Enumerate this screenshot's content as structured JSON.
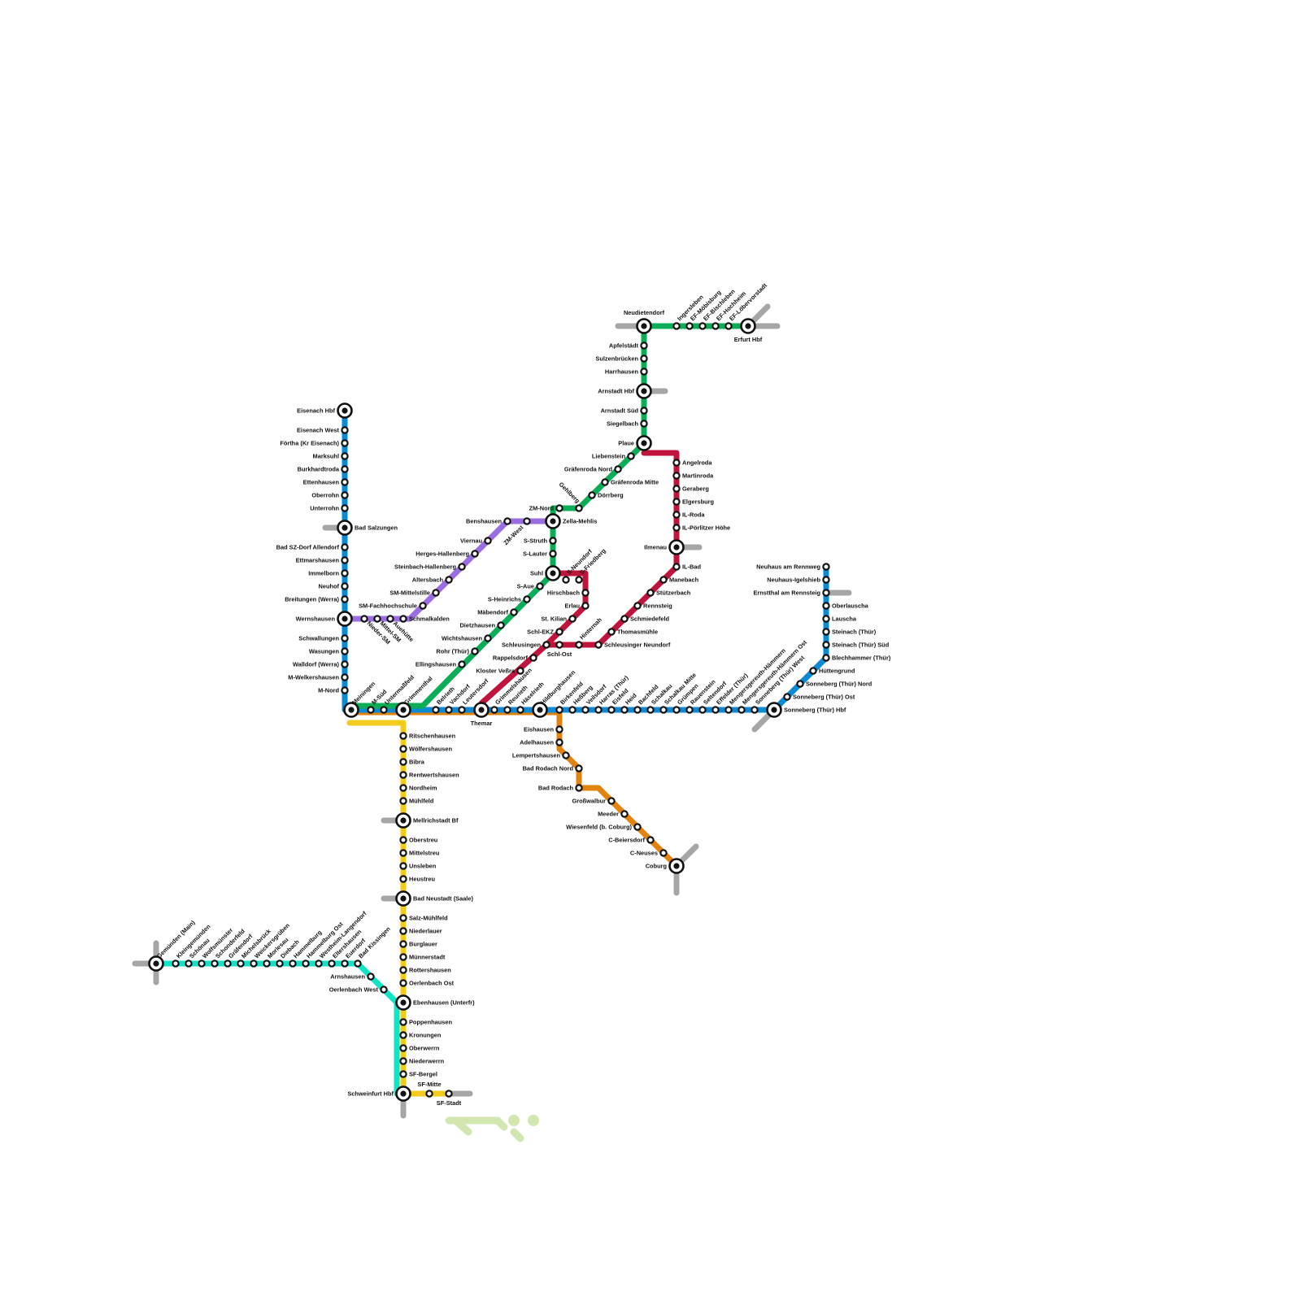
{
  "colors": {
    "background": "#ffffff",
    "line_blue": "#0b8bd6",
    "line_green": "#0cad57",
    "line_purple": "#9a6de0",
    "line_red": "#c0143c",
    "line_yellow": "#f2cb1c",
    "line_orange": "#e0830f",
    "line_cyan": "#12e5c6",
    "stub_gray": "#a6a6a6",
    "decor_green": "#d2e6b0"
  },
  "lines": [
    {
      "id": "blue-west",
      "color": "line_blue"
    },
    {
      "id": "blue-east",
      "color": "line_blue"
    },
    {
      "id": "green",
      "color": "line_green"
    },
    {
      "id": "purple",
      "color": "line_purple"
    },
    {
      "id": "red",
      "color": "line_red"
    },
    {
      "id": "yellow",
      "color": "line_yellow"
    },
    {
      "id": "orange",
      "color": "line_orange"
    },
    {
      "id": "cyan",
      "color": "line_cyan"
    }
  ],
  "stations": {
    "eisenach_hbf": "Eisenach Hbf",
    "eisenach_west": "Eisenach West",
    "fortha": "Förtha (Kr Eisenach)",
    "marksuhl": "Marksuhl",
    "burkhardtroda": "Burkhardtroda",
    "ettenhausen": "Ettenhausen",
    "oberrohn": "Oberrohn",
    "unterrohn": "Unterrohn",
    "bad_salzungen": "Bad Salzungen",
    "bad_sz_allendorf": "Bad SZ-Dorf Allendorf",
    "ettmarshausen": "Ettmarshausen",
    "immelborn": "Immelborn",
    "neuhof": "Neuhof",
    "breitungen": "Breitungen (Werra)",
    "wernshausen": "Wernshausen",
    "schwallungen": "Schwallungen",
    "wasungen": "Wasungen",
    "walldorf": "Walldorf (Werra)",
    "m_welkershausen": "M-Welkershausen",
    "m_nord": "M-Nord",
    "meiningen": "Meiningen",
    "m_sud": "M-Süd",
    "untermassfeld": "Untermaßfeld",
    "grimmenthal": "Grimmenthal",
    "belrieth": "Belrieth",
    "vachdorf": "Vachdorf",
    "leutersdorf": "Leutersdorf",
    "themar": "Themar",
    "grimmelshausen": "Grimmelshausen",
    "reurieth": "Reurieth",
    "hessberg": "Häselrieth",
    "hildburghausen": "Hildburghausen",
    "birkenfeld": "Birkenfeld",
    "hessberg2": "Heßberg",
    "veilsdorf": "Veilsdorf",
    "harras": "Harras (Thür)",
    "eisfeld": "Eisfeld",
    "hetzles": "Heid",
    "bachfeld": "Bachfeld",
    "schalkau": "Schalkau",
    "schalkau_mitte": "Schalkau Mitte",
    "grumpen": "Grümpen",
    "rauenstein": "Rauenstein",
    "seltendorf": "Seltendorf",
    "effelder": "Effelder (Thür)",
    "mengersgereuth": "Mengersgereuth-Hämmern",
    "mengersgereuth_ost": "Mengersgereuth-Hämmern Ost",
    "sonneberg_west": "Sonneberg (Thür) West",
    "sonneberg_hbf": "Sonneberg (Thür) Hbf",
    "sonneberg_ost": "Sonneberg (Thür) Ost",
    "sonneberg_nord": "Sonneberg (Thür) Nord",
    "huttengrund": "Hüttengrund",
    "blechhammer": "Blechhammer (Thür)",
    "steinach_sud": "Steinach (Thür) Süd",
    "steinach": "Steinach (Thür)",
    "lauscha": "Lauscha",
    "oberlauscha": "Oberlauscha",
    "ernstthal": "Ernstthal am Rennsteig",
    "neuhaus_igelshieb": "Neuhaus-Igelshieb",
    "neuhaus": "Neuhaus am Rennweg",
    "schmalkalden": "Schmalkalden",
    "sm_fachhochschule": "SM-Fachhochschule",
    "nieder_sm": "Nieder-SM",
    "mittel_sm": "Mittel-SM",
    "auehuette": "Auehütte",
    "sm_mittelstille": "SM-Mittelstille",
    "altersbach": "Altersbach",
    "steinbach_hallenberg": "Steinbach-Hallenberg",
    "herges": "Herges-Hallenberg",
    "viernau": "Viernau",
    "benshausen": "Benshausen",
    "zm_west": "ZM-West",
    "zella_mehlis": "Zella-Mehlis",
    "zm_nord": "ZM-Nord",
    "gehlberg": "Gehlberg",
    "dorrberg": "Dörrberg",
    "grafenroda_mitte": "Gräfenroda Mitte",
    "grafenroda_nord": "Gräfenroda Nord",
    "liebenstein": "Liebenstein",
    "plaue": "Plaue",
    "siegelbach": "Siegelbach",
    "arnstadt_sud": "Arnstadt Süd",
    "arnstadt_hbf": "Arnstadt Hbf",
    "harrhausen": "Harrhausen",
    "sulzenbrucken": "Sulzenbrücken",
    "apfelstadt": "Apfelstädt",
    "neudietendorf": "Neudietendorf",
    "ingersleben": "Ingersleben",
    "ef_mobisburg": "EF-Möbisburg",
    "ef_bischleben": "EF-Bischleben",
    "ef_hochheim": "EF-Hochheim",
    "ef_lobervorstadt": "EF-Löbervorstadt",
    "erfurt_hbf": "Erfurt Hbf",
    "s_struth": "S-Struth",
    "s_lauter": "S-Lauter",
    "suhl": "Suhl",
    "s_aue": "S-Aue",
    "s_heinrichs": "S-Heinrichs",
    "mabendorf": "Mäbendorf",
    "dietzhausen": "Dietzhausen",
    "wichtshausen": "Wichtshausen",
    "rohr": "Rohr (Thür)",
    "ellingshausen": "Ellingshausen",
    "s_neundorf": "S-Neundorf",
    "s_friedberg": "S-Friedberg",
    "hirschbach": "Hirschbach",
    "erlau": "Erlau",
    "st_kilian": "St. Kilian",
    "schl_ekz": "Schl-EKZ",
    "schleusingen": "Schleusingen",
    "schl_ost": "Schl-Ost",
    "hinternah": "Hinternah",
    "rappelsdorf": "Rappelsdorf",
    "kloster_vessra": "Kloster Veßra",
    "schleusinger_neundorf": "Schleusinger Neundorf",
    "thomasmuhle": "Thomasmühle",
    "schmiedefeld": "Schmiedefeld",
    "rennsteig": "Rennsteig",
    "stutzerbach": "Stützerbach",
    "manebach": "Manebach",
    "il_bad": "IL-Bad",
    "ilmenau": "Ilmenau",
    "il_porlitzer": "IL-Pörlitzer Höhe",
    "il_roda": "IL-Roda",
    "elgersburg": "Elgersburg",
    "geraberg": "Geraberg",
    "martinroda": "Martinroda",
    "angelroda": "Angelroda",
    "ritschenhausen": "Ritschenhausen",
    "wolfershausen": "Wölfershausen",
    "bibra": "Bibra",
    "rentwertshausen": "Rentwertshausen",
    "nordheim": "Nordheim",
    "muhlfeld": "Mühlfeld",
    "mellrichstadt": "Mellrichstadt Bf",
    "oberstreu": "Oberstreu",
    "mittelstreu": "Mittelstreu",
    "unsleben": "Unsleben",
    "heustreu": "Heustreu",
    "bad_neustadt": "Bad Neustadt (Saale)",
    "salz_muhlfeld": "Salz-Mühlfeld",
    "niederlauer": "Niederlauer",
    "burglauer": "Burglauer",
    "munnerstadt": "Münnerstadt",
    "rottershausen": "Rottershausen",
    "oerlenbach_ost": "Oerlenbach Ost",
    "ebenhausen": "Ebenhausen (Unterfr)",
    "poppenhausen": "Poppenhausen",
    "kronungen": "Kronungen",
    "oberwerrn": "Oberwerrn",
    "niederwerrn": "Niederwerrn",
    "sf_bergel": "SF-Bergel",
    "schweinfurt_hbf": "Schweinfurt Hbf",
    "sf_mitte": "SF-Mitte",
    "sf_stadt": "SF-Stadt",
    "eishausen": "Eishausen",
    "adelhausen": "Adelhausen",
    "lempertshausen": "Lempertshausen",
    "bad_rodach_nord": "Bad Rodach Nord",
    "bad_rodach": "Bad Rodach",
    "grosswalbur": "Großwalbur",
    "meeder": "Meeder",
    "wiesenfeld": "Wiesenfeld (b. Coburg)",
    "c_beiersdorf": "C-Beiersdorf",
    "c_neuses": "C-Neuses",
    "coburg": "Coburg",
    "gemunden": "Gemünden (Main)",
    "kleingemunden": "Kleingemünden",
    "schonau": "Schönau",
    "wolfsmunster": "Wolfsmünster",
    "schonderfeld": "Schonderfeld",
    "grafendorf": "Gräfendorf",
    "michelsbruck": "Michelsbrück",
    "weickersgruben": "Weickersgrüben",
    "morlesau": "Morlesau",
    "diebach": "Diebach",
    "hammelburg": "Hammelburg",
    "hammelburg_ost": "Hammelburg Ost",
    "westheim": "Westheim-Langendorf",
    "eltershausen": "Eltershausen",
    "euerdorf": "Euerdorf",
    "bad_kissingen": "Bad Kissingen",
    "arnshausen": "Arnshausen",
    "oerlenbach_west": "Oerlenbach West"
  }
}
